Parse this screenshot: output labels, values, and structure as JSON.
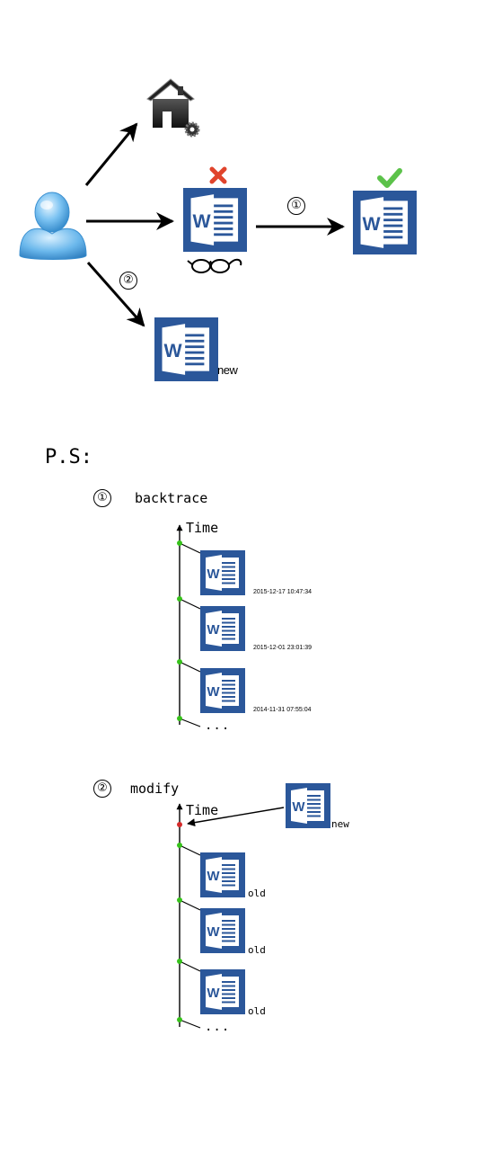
{
  "top": {
    "step1_marker": "①",
    "step2_marker": "②",
    "new_doc_suffix": "new",
    "icons": [
      "user-icon",
      "house-settings-icon",
      "word-doc-icon",
      "cross-mark-icon",
      "check-mark-icon",
      "glasses-icon"
    ],
    "colors": {
      "word_blue": "#2b579a",
      "cross_red": "#e0442c",
      "check_green": "#5cc24a",
      "dot_green": "#36c21a",
      "dot_red": "#d42a2a"
    }
  },
  "ps": {
    "label": "P.S:",
    "backtrace": {
      "marker": "①",
      "title": "backtrace",
      "axis_label": "Time",
      "entries": [
        {
          "timestamp": "2015-12-17 10:47:34"
        },
        {
          "timestamp": "2015-12-01 23:01:39"
        },
        {
          "timestamp": "2014-11-31 07:55:04"
        }
      ],
      "more": "..."
    },
    "modify": {
      "marker": "②",
      "title": "modify",
      "axis_label": "Time",
      "new_suffix": "new",
      "entries": [
        {
          "suffix": "old"
        },
        {
          "suffix": "old"
        },
        {
          "suffix": "old"
        }
      ],
      "more": "..."
    }
  }
}
